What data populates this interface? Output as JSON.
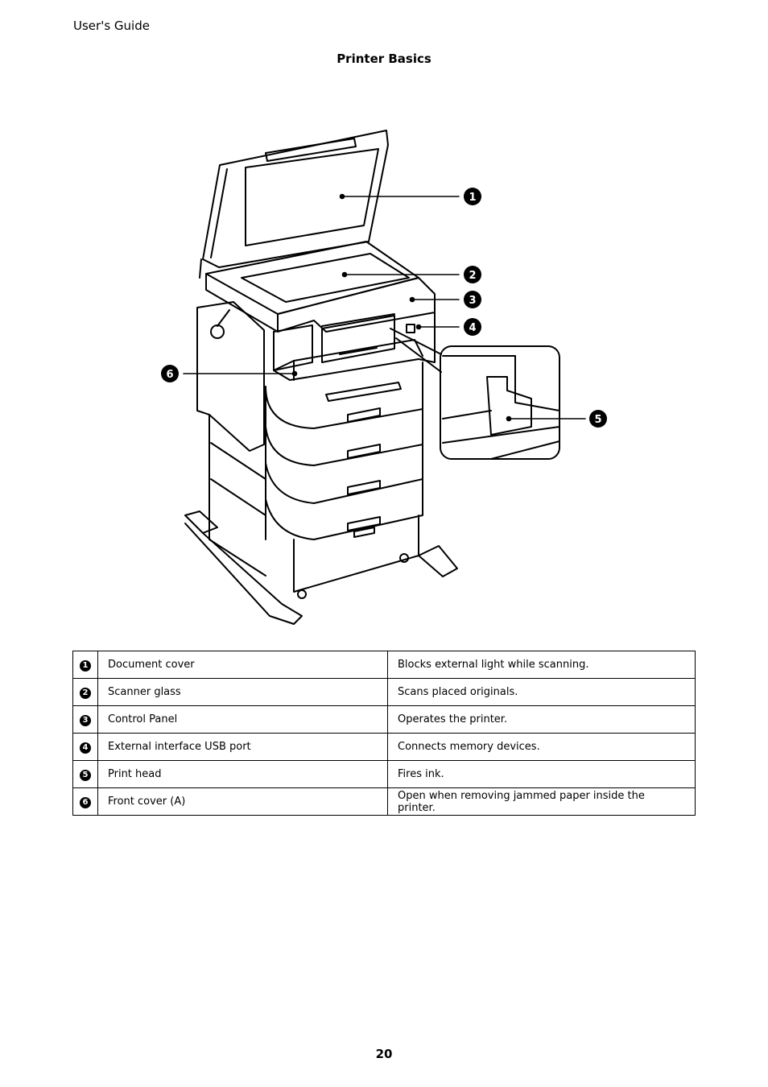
{
  "header": {
    "doc_title": "User's Guide",
    "section_title": "Printer Basics"
  },
  "figure": {
    "callouts": [
      "1",
      "2",
      "3",
      "4",
      "5",
      "6"
    ]
  },
  "parts": [
    {
      "num": "1",
      "name": "Document cover",
      "description": "Blocks external light while scanning."
    },
    {
      "num": "2",
      "name": "Scanner glass",
      "description": "Scans placed originals."
    },
    {
      "num": "3",
      "name": "Control Panel",
      "description": "Operates the printer."
    },
    {
      "num": "4",
      "name": "External interface USB port",
      "description": "Connects memory devices."
    },
    {
      "num": "5",
      "name": "Print head",
      "description": "Fires ink."
    },
    {
      "num": "6",
      "name": "Front cover (A)",
      "description": "Open when removing jammed paper inside the printer."
    }
  ],
  "footer": {
    "page_number": "20"
  }
}
